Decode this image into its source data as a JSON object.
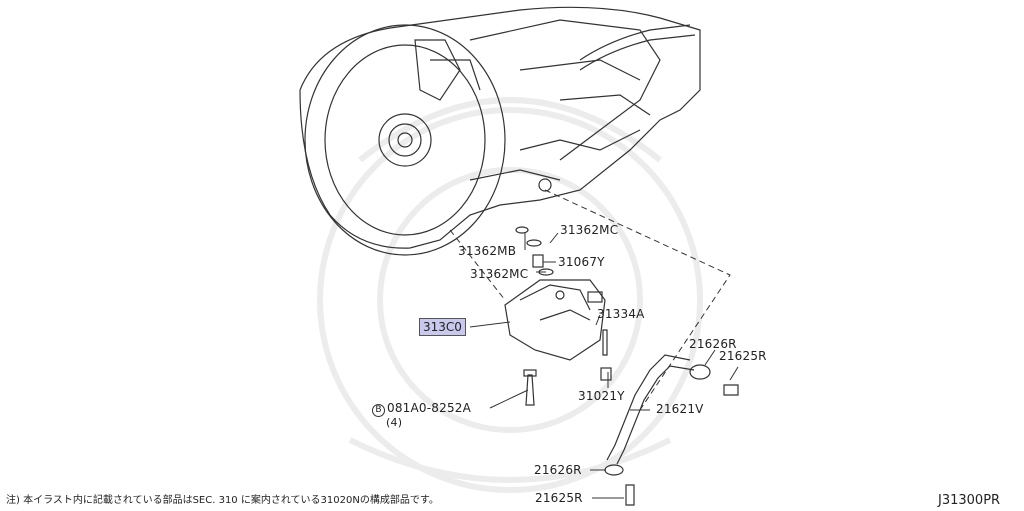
{
  "labels": {
    "p31362MB": "31362MB",
    "p31362MC_top": "31362MC",
    "p31362MC_bot": "31362MC",
    "p31067Y": "31067Y",
    "p31334A": "31334A",
    "p313C0": "313C0",
    "p21626R_top": "21626R",
    "p21625R_top": "21625R",
    "p31021Y": "31021Y",
    "p21621V": "21621V",
    "p081A0": "081A0-8252A",
    "p081A0_qty": "(4)",
    "p081A0_mark": "B",
    "p21626R_bot": "21626R",
    "p21625R_bot": "21625R"
  },
  "footer": {
    "note": "注) 本イラスト内に記載されている部品はSEC. 310 に案内されている31020Nの構成部品です。",
    "diagram_code": "J31300PR"
  },
  "colors": {
    "line": "#333333",
    "highlight": "#c9c9ee",
    "watermark": "#ececec"
  }
}
